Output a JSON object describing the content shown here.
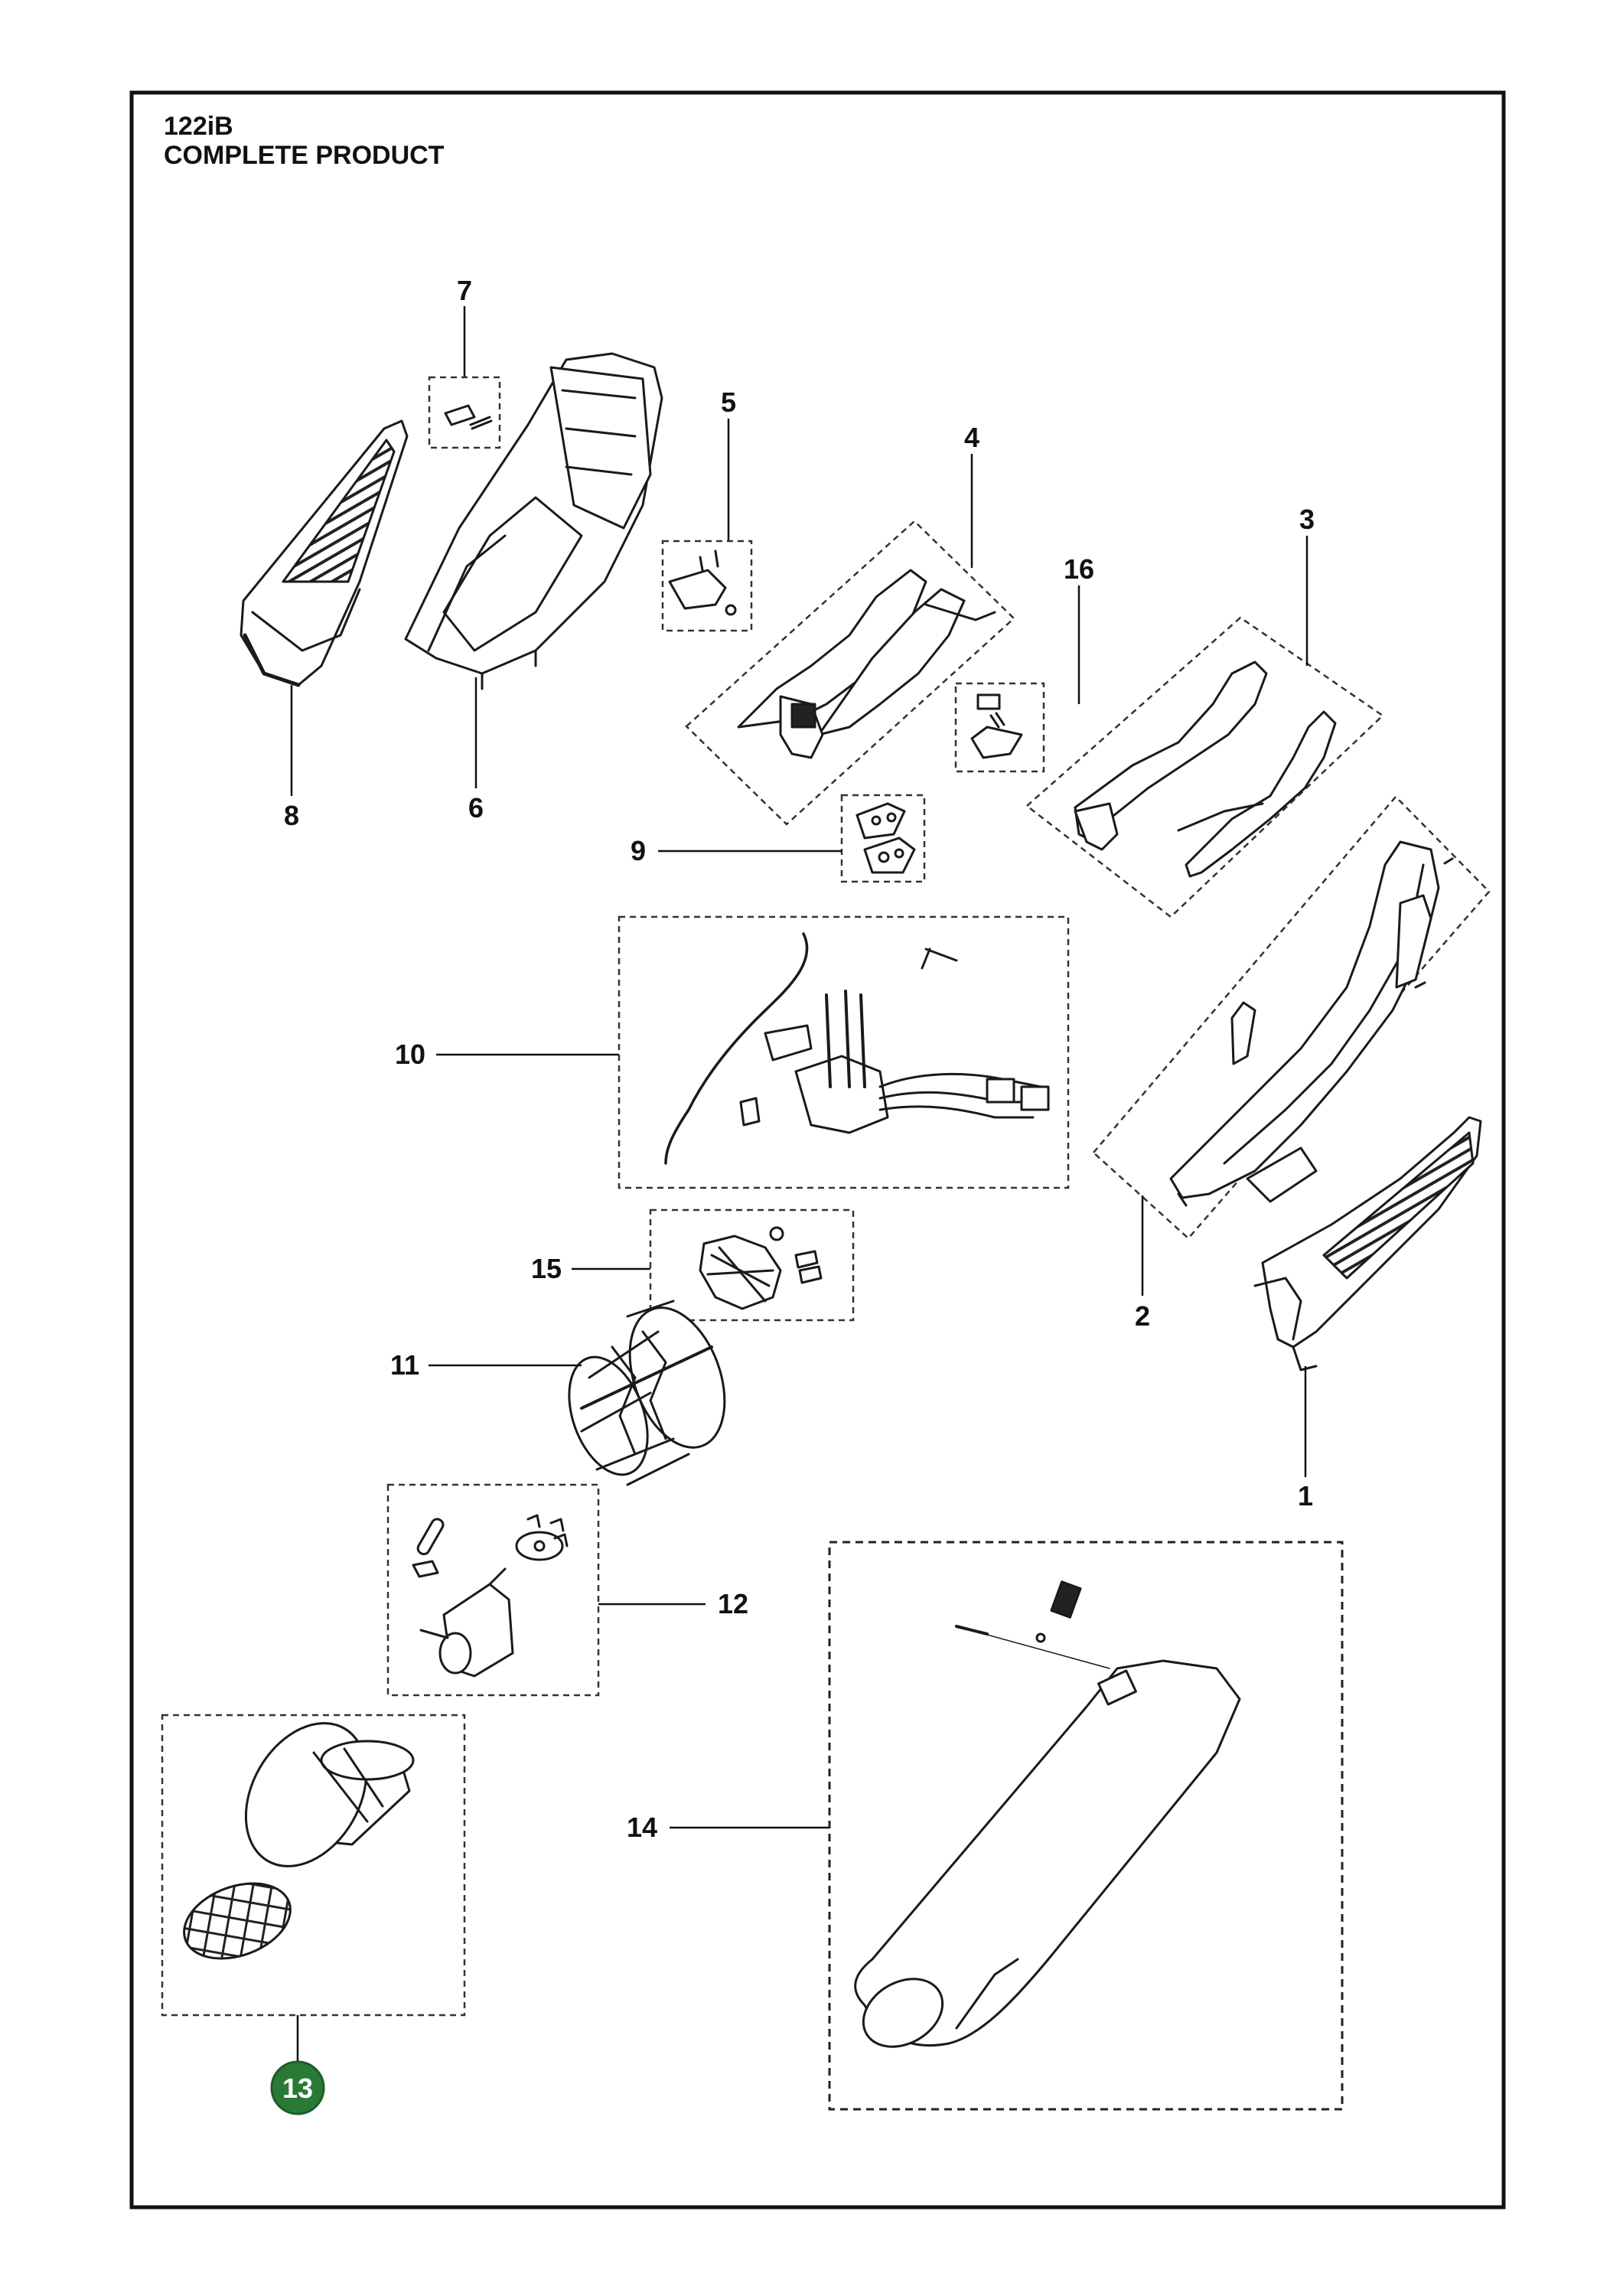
{
  "header": {
    "model": "122iB",
    "subtitle": "COMPLETE PRODUCT"
  },
  "highlight_color": "#2a7a36",
  "callouts": [
    {
      "id": "1",
      "label": "1",
      "part": "blower-tube-handle-cover"
    },
    {
      "id": "2",
      "label": "2",
      "part": "right-housing-half"
    },
    {
      "id": "3",
      "label": "3",
      "part": "handle-grip-kit"
    },
    {
      "id": "4",
      "label": "4",
      "part": "left-housing-with-trigger"
    },
    {
      "id": "5",
      "label": "5",
      "part": "bracket-kit"
    },
    {
      "id": "6",
      "label": "6",
      "part": "main-housing-frame"
    },
    {
      "id": "7",
      "label": "7",
      "part": "latch-kit"
    },
    {
      "id": "8",
      "label": "8",
      "part": "rear-grille-cover"
    },
    {
      "id": "9",
      "label": "9",
      "part": "switch-plate-kit"
    },
    {
      "id": "10",
      "label": "10",
      "part": "wiring-harness-pcb-kit"
    },
    {
      "id": "11",
      "label": "11",
      "part": "fan-housing-cage"
    },
    {
      "id": "12",
      "label": "12",
      "part": "motor-kit"
    },
    {
      "id": "13",
      "label": "13",
      "part": "air-intake-filter-kit",
      "highlighted": true
    },
    {
      "id": "14",
      "label": "14",
      "part": "blower-nozzle-tube"
    },
    {
      "id": "15",
      "label": "15",
      "part": "fan-impeller-kit"
    },
    {
      "id": "16",
      "label": "16",
      "part": "lock-button-kit"
    }
  ]
}
